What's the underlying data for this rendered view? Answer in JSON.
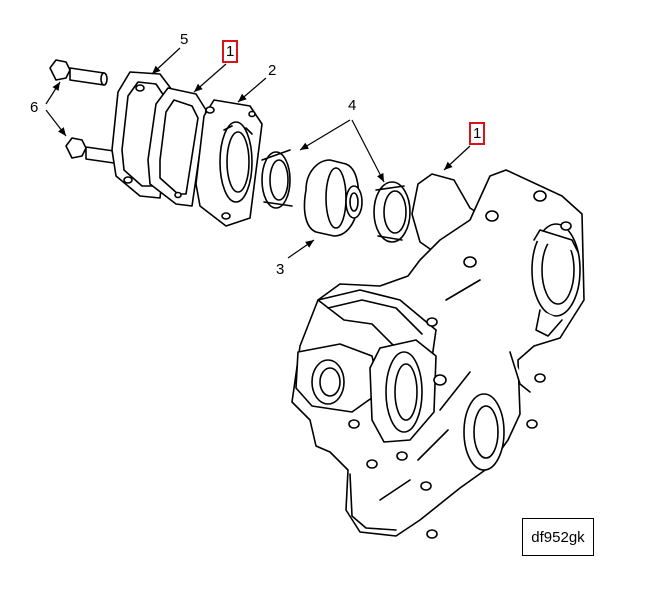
{
  "callouts": {
    "c1_top": "1",
    "c1_right": "1",
    "c2": "2",
    "c3": "3",
    "c4": "4",
    "c5": "5",
    "c6": "6"
  },
  "figure_id": "df952gk",
  "colors": {
    "line": "#000000",
    "highlight": "#d8141a",
    "background": "#ffffff"
  }
}
